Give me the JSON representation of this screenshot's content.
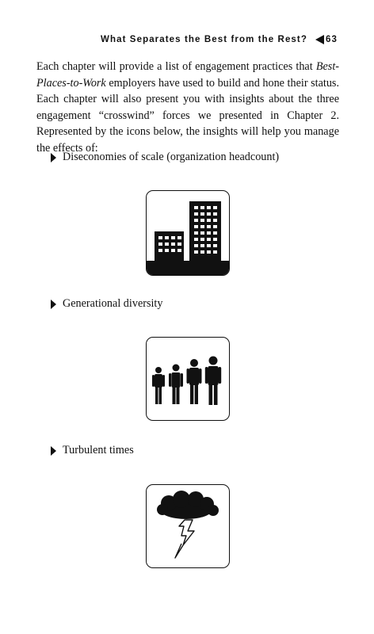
{
  "header": {
    "running_title": "What Separates the Best from the Rest?",
    "page_number": "63"
  },
  "body": {
    "p1": "Each chapter will provide a list of engagement practices that ",
    "p1_italic": "Best-Places-to-Work",
    "p1_rest": " employers have used to build and hone their status. Each chapter will also present you with insights about the three engagement “crosswind” forces we presented in Chapter 2. Represented by the icons below, the insights will help you manage the effects of:"
  },
  "bullets": [
    {
      "label": "Diseconomies of scale (organization headcount)",
      "icon": "buildings-icon"
    },
    {
      "label": "Generational diversity",
      "icon": "people-icon"
    },
    {
      "label": "Turbulent times",
      "icon": "storm-cloud-icon"
    }
  ]
}
